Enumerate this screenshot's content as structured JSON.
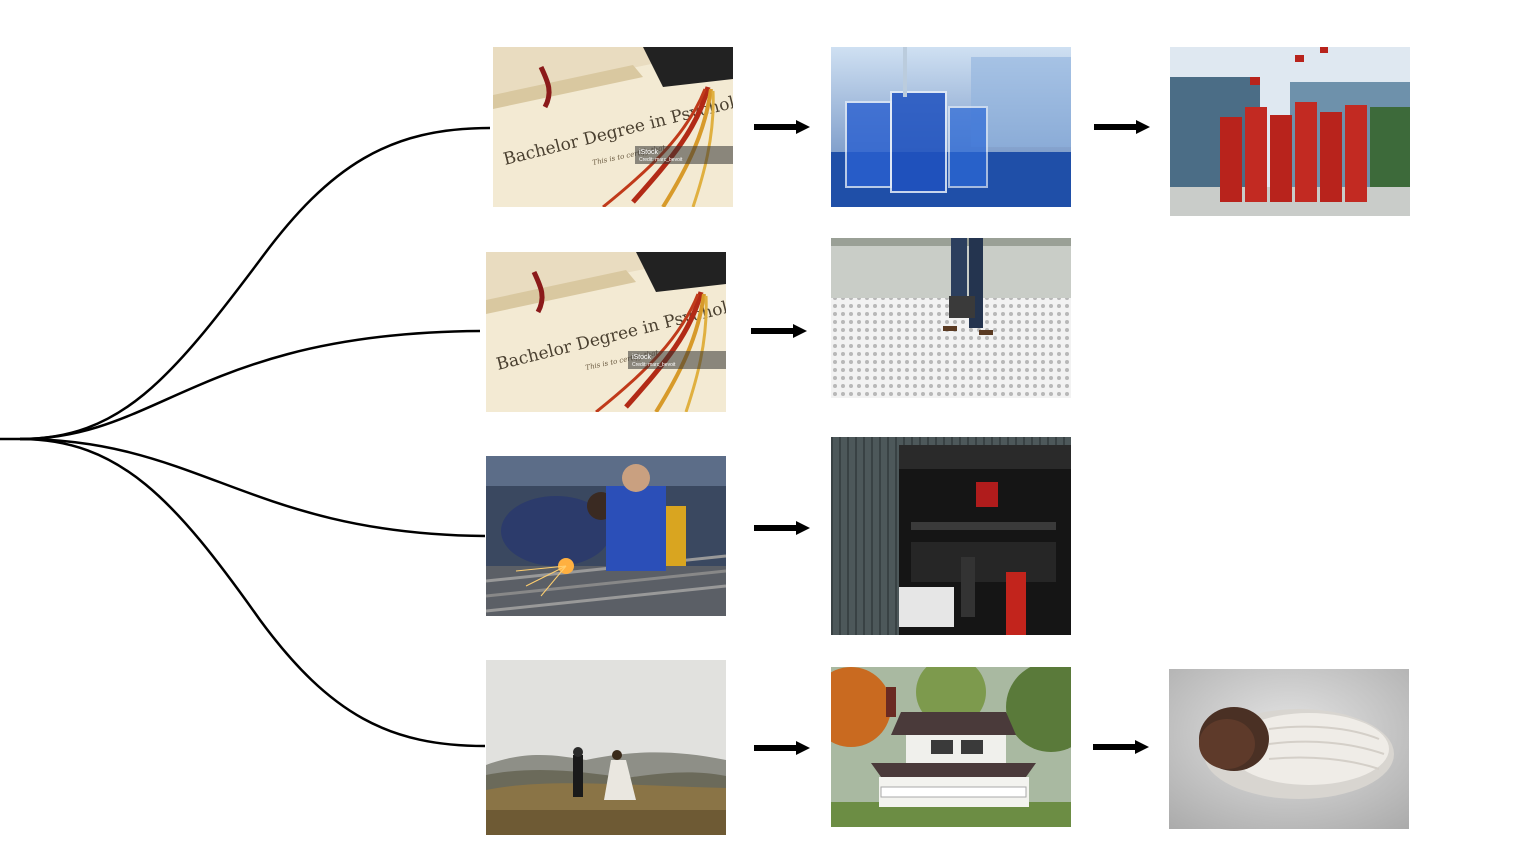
{
  "diagram": {
    "paths": [
      {
        "name": "education-path",
        "steps": [
          {
            "icon": "diploma-photo",
            "stock_watermark": "iStock",
            "stock_credit": "Credit: marc_bevoit",
            "certificate_text": "Bachelor Degree in Psychology",
            "certify_line": "This is to certify that"
          },
          {
            "icon": "laboratory-beakers-photo"
          },
          {
            "icon": "graduation-cap-toss-photo"
          }
        ]
      },
      {
        "name": "career-path",
        "steps": [
          {
            "icon": "diploma-photo",
            "stock_watermark": "iStock",
            "stock_credit": "Credit: marc_bevoit",
            "certificate_text": "Bachelor Degree in Psychology",
            "certify_line": "This is to certify that"
          },
          {
            "icon": "businessperson-briefcase-photo"
          }
        ]
      },
      {
        "name": "trade-path",
        "steps": [
          {
            "icon": "welding-students-photo"
          },
          {
            "icon": "auto-repair-garage-photo"
          }
        ]
      },
      {
        "name": "family-path",
        "steps": [
          {
            "icon": "wedding-couple-photo"
          },
          {
            "icon": "house-photo"
          },
          {
            "icon": "newborn-baby-photo"
          }
        ]
      }
    ],
    "colors": {
      "line": "#000000",
      "arrow": "#000000",
      "background": "#ffffff"
    }
  }
}
